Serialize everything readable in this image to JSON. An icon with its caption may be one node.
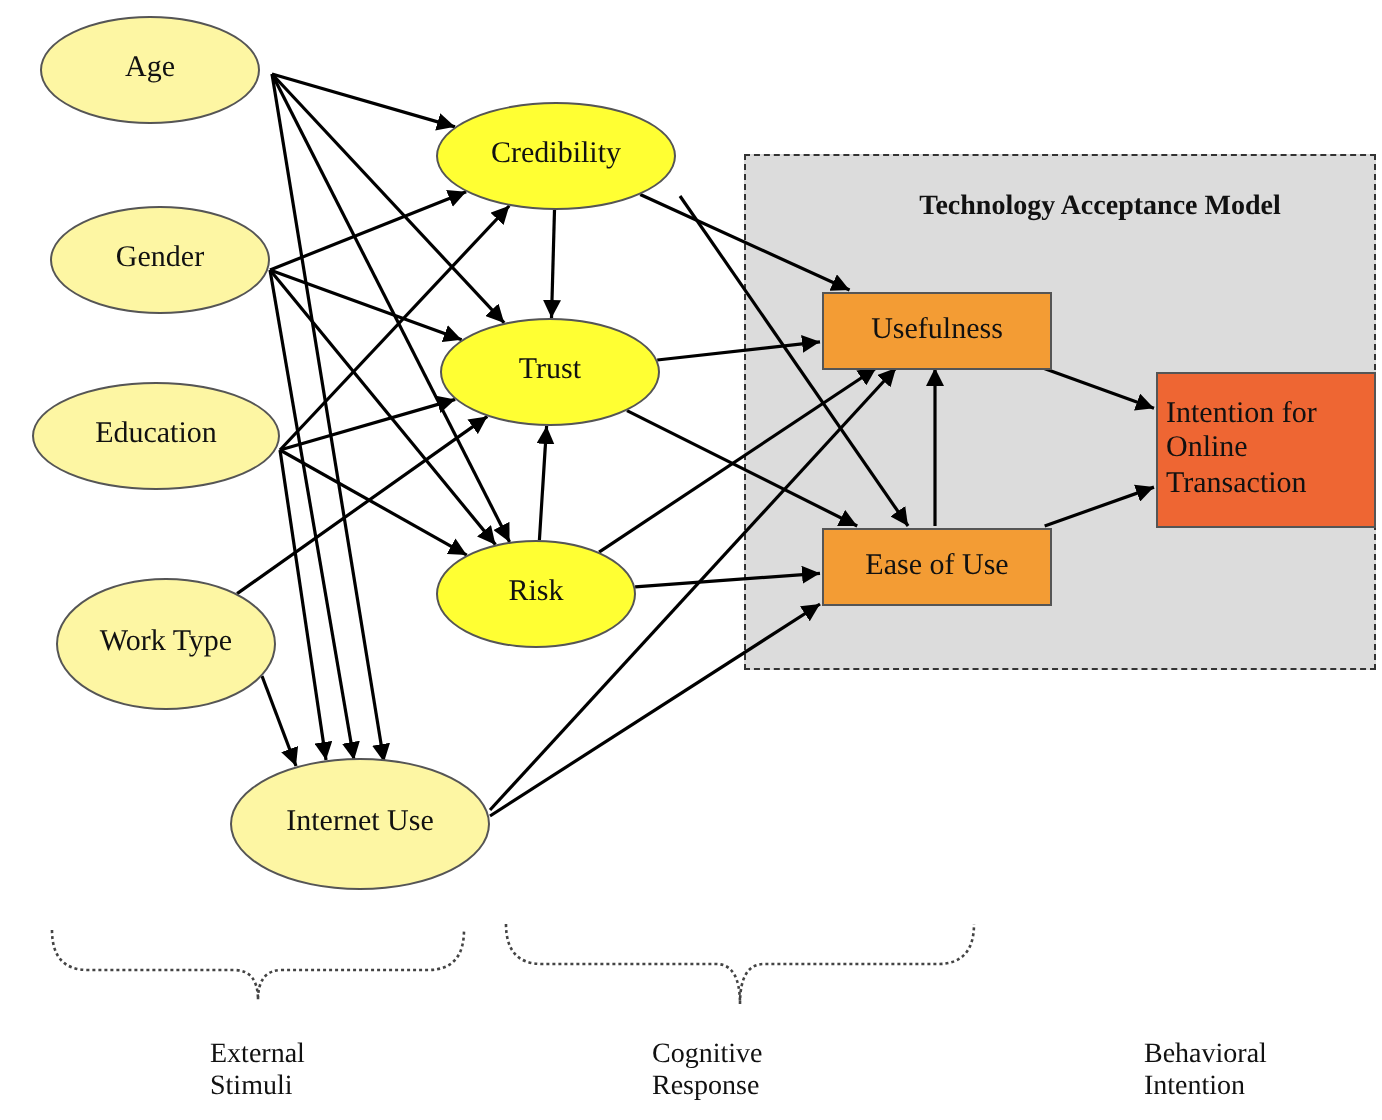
{
  "diagram": {
    "nodes": [
      {
        "text": [
          "Age"
        ]
      },
      {
        "text": [
          "Gender"
        ]
      },
      {
        "text": [
          "Education"
        ]
      },
      {
        "text": [
          "Work Type"
        ]
      },
      {
        "text": [
          "Internet Use"
        ]
      },
      {
        "text": [
          "Credibility"
        ]
      },
      {
        "text": [
          "Trust"
        ]
      },
      {
        "text": [
          "Risk"
        ]
      },
      {
        "text": [
          "Technology Acceptance Model"
        ]
      },
      {
        "text": [
          "Usefulness"
        ],
        "in": 8
      },
      {
        "text": [
          "Ease of Use"
        ],
        "in": 8
      },
      {
        "text": [
          "Intention for Online Transaction"
        ],
        "in": 8
      }
    ],
    "edges": [
      {
        "from": 0,
        "to": 5,
        "arrow": "to"
      },
      {
        "from": 0,
        "to": 6,
        "arrow": "to"
      },
      {
        "from": 0,
        "to": 7,
        "arrow": "to"
      },
      {
        "from": 0,
        "to": 4,
        "arrow": "to"
      },
      {
        "from": 1,
        "to": 5,
        "arrow": "to"
      },
      {
        "from": 1,
        "to": 6,
        "arrow": "to"
      },
      {
        "from": 1,
        "to": 7,
        "arrow": "to"
      },
      {
        "from": 1,
        "to": 4,
        "arrow": "to"
      },
      {
        "from": 2,
        "to": 5,
        "arrow": "to"
      },
      {
        "from": 2,
        "to": 6,
        "arrow": "to"
      },
      {
        "from": 2,
        "to": 7,
        "arrow": "to"
      },
      {
        "from": 2,
        "to": 4,
        "arrow": "to"
      },
      {
        "from": 3,
        "to": 6,
        "arrow": "to"
      },
      {
        "from": 3,
        "to": 4,
        "arrow": "to"
      },
      {
        "from": 5,
        "to": 6,
        "arrow": "to"
      },
      {
        "from": 7,
        "to": 6,
        "arrow": "to"
      },
      {
        "from": 5,
        "to": 9,
        "arrow": "to"
      },
      {
        "from": 5,
        "to": 10,
        "arrow": "to"
      },
      {
        "from": 6,
        "to": 9,
        "arrow": "to"
      },
      {
        "from": 6,
        "to": 10,
        "arrow": "to"
      },
      {
        "from": 7,
        "to": 9,
        "arrow": "to"
      },
      {
        "from": 7,
        "to": 10,
        "arrow": "to"
      },
      {
        "from": 4,
        "to": 9,
        "arrow": "to"
      },
      {
        "from": 4,
        "to": 10,
        "arrow": "to"
      },
      {
        "from": 10,
        "to": 9,
        "arrow": "to"
      },
      {
        "from": 9,
        "to": 11,
        "arrow": "to"
      },
      {
        "from": 10,
        "to": 11,
        "arrow": "to"
      }
    ],
    "labels": [
      "External Stimuli",
      "Cognitive Response",
      "Behavioral Intention"
    ]
  }
}
